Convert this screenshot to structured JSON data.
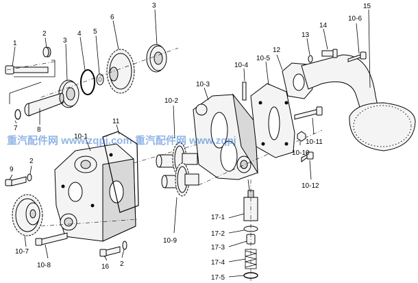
{
  "watermark": "重汽配件网 www.zqpj.com 重汽配件网 www.zqpj",
  "callouts": {
    "c1": "1",
    "c2a": "2",
    "c3a": "3",
    "c3b": "3",
    "c4": "4",
    "c5": "5",
    "c6": "6",
    "c7": "7",
    "c8": "8",
    "c9": "9",
    "c2b": "2",
    "c2c": "2",
    "c10_1": "10-1",
    "c10_2": "10-2",
    "c10_3": "10-3",
    "c10_4": "10-4",
    "c10_5": "10-5",
    "c10_6": "10-6",
    "c10_7": "10-7",
    "c10_8": "10-8",
    "c10_9": "10-9",
    "c10_10": "10-10",
    "c10_11": "10-11",
    "c10_12": "10-12",
    "c11": "11",
    "c12": "12",
    "c13": "13",
    "c14": "14",
    "c15": "15",
    "c16": "16",
    "c17_1": "17-1",
    "c17_2": "17-2",
    "c17_3": "17-3",
    "c17_4": "17-4",
    "c17_5": "17-5"
  }
}
